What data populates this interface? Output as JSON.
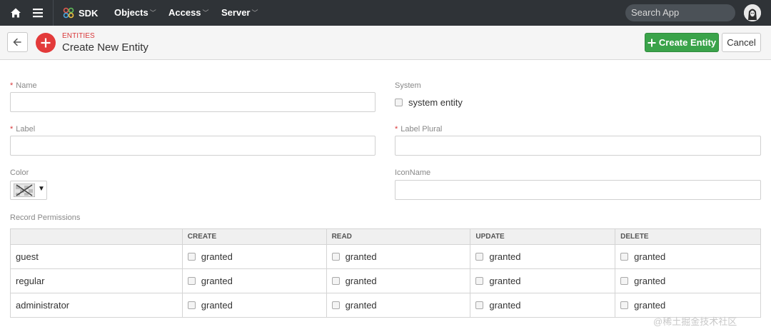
{
  "nav": {
    "sdk_label": "SDK",
    "items": [
      {
        "label": "Objects"
      },
      {
        "label": "Access"
      },
      {
        "label": "Server"
      }
    ],
    "search_placeholder": "Search App"
  },
  "header": {
    "breadcrumb": "ENTITIES",
    "title": "Create New Entity",
    "create_label": "Create Entity",
    "cancel_label": "Cancel"
  },
  "form": {
    "name_label": "Name",
    "name_value": "",
    "system_label": "System",
    "system_checkbox_label": "system entity",
    "label_label": "Label",
    "label_value": "",
    "label_plural_label": "Label Plural",
    "label_plural_value": "",
    "color_label": "Color",
    "iconname_label": "IconName",
    "iconname_value": "",
    "required_mark": "*"
  },
  "permissions": {
    "title": "Record Permissions",
    "columns": [
      "",
      "CREATE",
      "READ",
      "UPDATE",
      "DELETE"
    ],
    "rows": [
      {
        "role": "guest",
        "cells": [
          "granted",
          "granted",
          "granted",
          "granted"
        ]
      },
      {
        "role": "regular",
        "cells": [
          "granted",
          "granted",
          "granted",
          "granted"
        ]
      },
      {
        "role": "administrator",
        "cells": [
          "granted",
          "granted",
          "granted",
          "granted"
        ]
      }
    ]
  },
  "watermark": "@稀土掘金技术社区",
  "colors": {
    "nav_bg": "#2f3337",
    "accent_red": "#e33a3a",
    "create_green": "#3aa34a"
  }
}
